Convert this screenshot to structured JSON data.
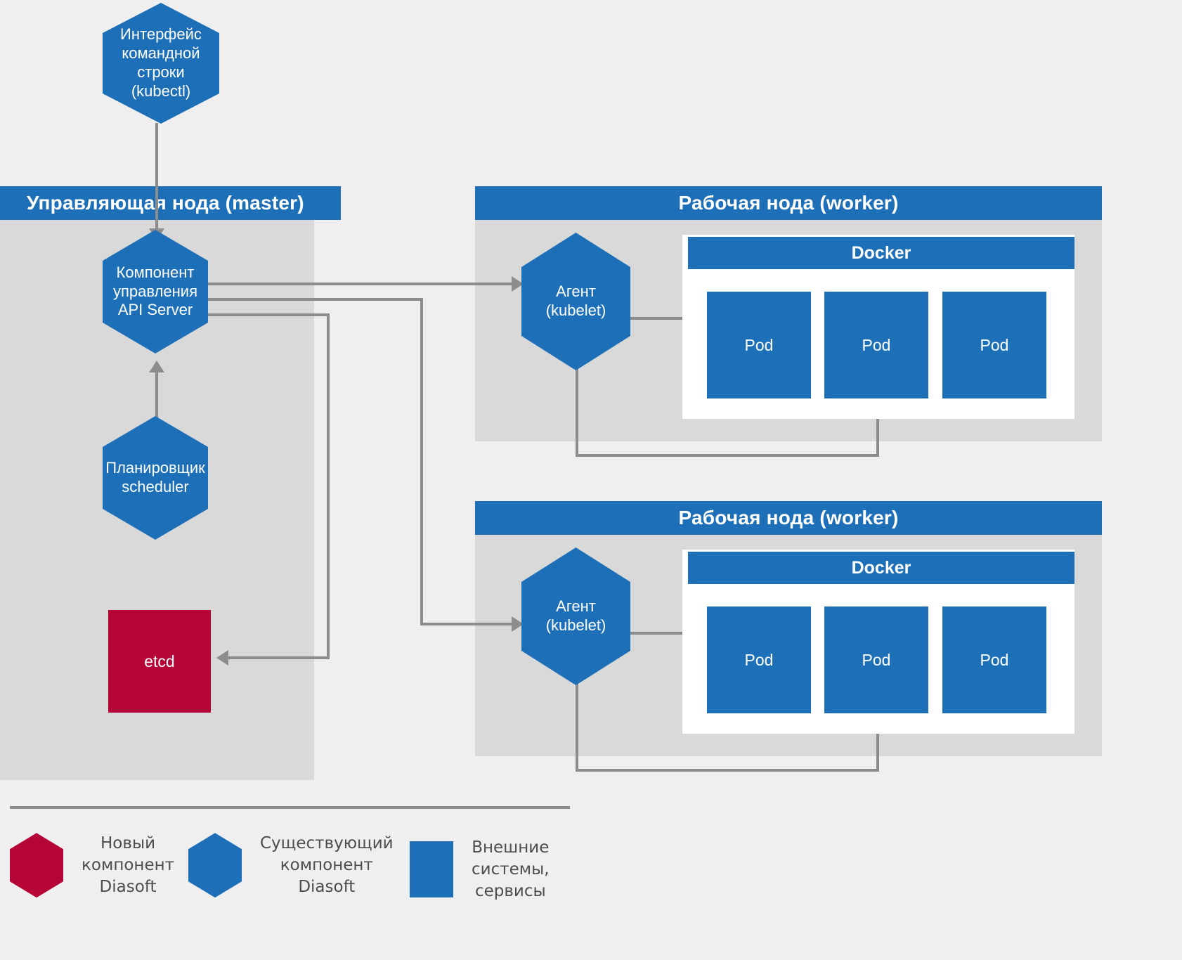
{
  "diagram": {
    "title": "Kubernetes cluster architecture",
    "colors": {
      "blue": "#1d70b7",
      "crimson": "#b60537",
      "panel_gray": "#d9d9d9",
      "page_bg": "#efefef",
      "connector": "#8c8c8c",
      "white": "#ffffff"
    }
  },
  "cli": {
    "label": "Интерфейс\nкомандной\nстроки\n(kubectl)"
  },
  "master": {
    "header": "Управляющая  нода (master)",
    "api_server": {
      "label": "Компонент\nуправления\nAPI Server"
    },
    "scheduler": {
      "label": "Планировщик\nscheduler"
    },
    "etcd": {
      "label": "etcd"
    }
  },
  "workers": [
    {
      "header": "Рабочая нода (worker)",
      "kubelet": {
        "label": "Агент\n(kubelet)"
      },
      "docker": {
        "header": "Docker"
      },
      "pods": [
        {
          "label": "Pod"
        },
        {
          "label": "Pod"
        },
        {
          "label": "Pod"
        }
      ]
    },
    {
      "header": "Рабочая нода (worker)",
      "kubelet": {
        "label": "Агент\n(kubelet)"
      },
      "docker": {
        "header": "Docker"
      },
      "pods": [
        {
          "label": "Pod"
        },
        {
          "label": "Pod"
        },
        {
          "label": "Pod"
        }
      ]
    }
  ],
  "legend": {
    "items": [
      {
        "shape": "hexagon",
        "color": "#b60537",
        "label": "Новый\nкомпонент\nDiasoft"
      },
      {
        "shape": "hexagon",
        "color": "#1d70b7",
        "label": "Существующий\nкомпонент\nDiasoft"
      },
      {
        "shape": "rectangle",
        "color": "#1d70b7",
        "label": "Внешние\nсистемы,\nсервисы"
      }
    ]
  }
}
